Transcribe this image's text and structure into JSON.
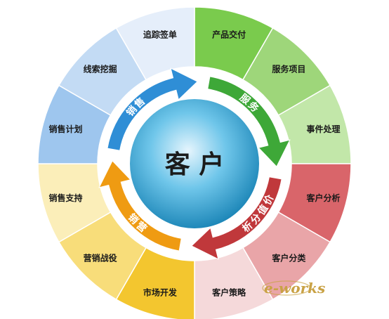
{
  "center": {
    "label": "客 户"
  },
  "phases": [
    {
      "name": "sales",
      "label": "销售",
      "color": "#2f8ed6"
    },
    {
      "name": "service",
      "label": "服务",
      "color": "#3ea838"
    },
    {
      "name": "value",
      "label": "价值分析",
      "color": "#c0383b"
    },
    {
      "name": "marketing",
      "label": "营销",
      "color": "#ef9b12"
    }
  ],
  "segments": [
    {
      "name": "product-delivery",
      "label": "产品交付",
      "color": "#7acb4d"
    },
    {
      "name": "service-project",
      "label": "服务项目",
      "color": "#9ed67a"
    },
    {
      "name": "event-handling",
      "label": "事件处理",
      "color": "#c2e7a9"
    },
    {
      "name": "customer-analysis",
      "label": "客户分析",
      "color": "#d9656a"
    },
    {
      "name": "customer-class",
      "label": "客户分类",
      "color": "#e9a5a8"
    },
    {
      "name": "customer-strategy",
      "label": "客户策略",
      "color": "#f5d9da"
    },
    {
      "name": "market-dev",
      "label": "市场开发",
      "color": "#f3c62f"
    },
    {
      "name": "campaign",
      "label": "营销战役",
      "color": "#f8dd7a"
    },
    {
      "name": "sales-support",
      "label": "销售支持",
      "color": "#fbeeb9"
    },
    {
      "name": "sales-plan",
      "label": "销售计划",
      "color": "#9ec6ee"
    },
    {
      "name": "lead-mining",
      "label": "线索挖掘",
      "color": "#c3dbf4"
    },
    {
      "name": "tracking-order",
      "label": "追踪签单",
      "color": "#e5eefa"
    }
  ],
  "logo": {
    "text": "e-works"
  }
}
